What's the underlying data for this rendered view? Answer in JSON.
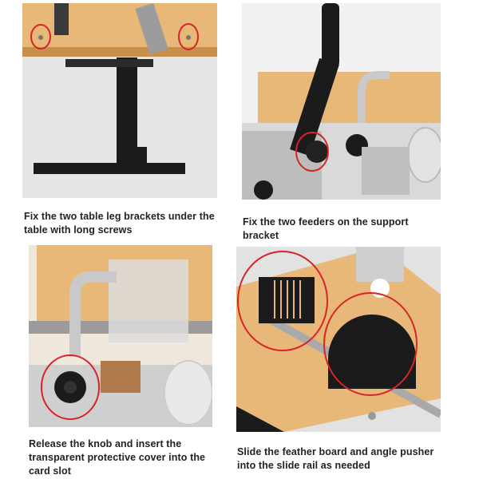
{
  "panels": [
    {
      "caption": "Fix the two table leg brackets under the table with long screws"
    },
    {
      "caption": "Fix the two feeders on the support bracket"
    },
    {
      "caption": "Release the knob and insert the transparent protective cover into the card slot"
    },
    {
      "caption": "Slide the feather board and angle pusher into the slide rail as needed"
    }
  ],
  "colors": {
    "highlight_ring": "#d8232a",
    "wood_top": "#e7b878",
    "wood_edge": "#c98f4a",
    "metal_black": "#1b1b1b",
    "aluminum": "#c9c9c9"
  }
}
